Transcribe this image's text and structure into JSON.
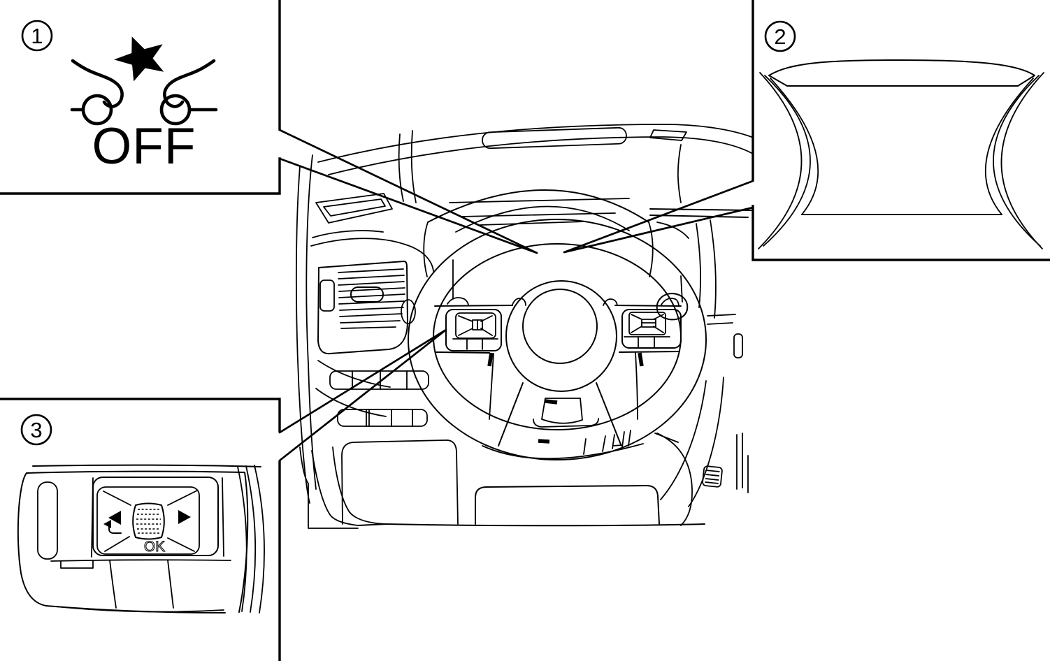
{
  "colors": {
    "background": "#ffffff",
    "line": "#000000"
  },
  "callouts": {
    "one": {
      "number": "1"
    },
    "two": {
      "number": "2"
    },
    "three": {
      "number": "3"
    }
  },
  "box1": {
    "label": "OFF",
    "icon": "forward-collision-warning-icon",
    "icon_parts": [
      "impact-star-icon",
      "left-vehicle-icon",
      "right-vehicle-icon"
    ]
  },
  "box2": {
    "icon": "instrument-cluster-display-outline"
  },
  "box3": {
    "ok_label": "OK",
    "icon_parts": [
      "previous-arrow-icon",
      "next-arrow-icon",
      "return-arrow-icon",
      "scroll-wheel"
    ]
  },
  "illustration": {
    "subject": "dashboard-and-steering-wheel",
    "pointed_targets": [
      "instrument-cluster",
      "instrument-cluster-display",
      "left-spoke-switch"
    ]
  }
}
